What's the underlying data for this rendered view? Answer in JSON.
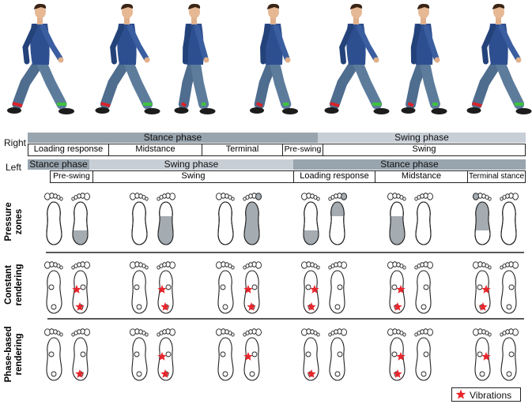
{
  "colors": {
    "stance_dark": "#98a4ae",
    "stance_light": "#c8ced6",
    "swing_light": "#c8ced6",
    "pressure": "#a4abb1",
    "star": "#e8262c",
    "shirt": "#2e4f8f",
    "jeans": "#4f6d8e",
    "marker_red": "#d8232a",
    "marker_green": "#3cc43c"
  },
  "sides": {
    "right": "Right",
    "left": "Left"
  },
  "right_phases": {
    "stance": "Stance phase",
    "swing": "Swing phase"
  },
  "right_subphases": [
    "Loading response",
    "Midstance",
    "Terminal",
    "Pre-swing",
    "Swing"
  ],
  "left_phases": {
    "stance_a": "Stance phase",
    "swing": "Swing phase",
    "stance_b": "Stance phase"
  },
  "left_subphases": [
    "Pre-swing",
    "Swing",
    "Loading response",
    "Midstance",
    "Terminal stance"
  ],
  "rows": {
    "pressure": "Pressure zones",
    "constant": "Constant rendering",
    "phase": "Phase-based rendering"
  },
  "legend": {
    "label": "Vibrations",
    "icon": "star-icon"
  },
  "frames": [
    {
      "name": "frame-1",
      "pressure": {
        "left": [],
        "right": [
          "heel"
        ]
      },
      "constant": {
        "left": [],
        "right": [
          "mid",
          "heel"
        ]
      },
      "phase": {
        "left": [],
        "right": [
          "heel"
        ]
      }
    },
    {
      "name": "frame-2",
      "pressure": {
        "left": [],
        "right": [
          "mid",
          "heel"
        ]
      },
      "constant": {
        "left": [],
        "right": [
          "mid",
          "heel"
        ]
      },
      "phase": {
        "left": [],
        "right": [
          "mid",
          "heel"
        ]
      }
    },
    {
      "name": "frame-3",
      "pressure": {
        "left": [],
        "right": [
          "fore",
          "mid",
          "heel"
        ]
      },
      "constant": {
        "left": [],
        "right": [
          "mid",
          "heel"
        ]
      },
      "phase": {
        "left": [],
        "right": [
          "mid"
        ]
      }
    },
    {
      "name": "frame-4",
      "pressure": {
        "left": [
          "heel"
        ],
        "right": [
          "fore"
        ]
      },
      "constant": {
        "left": [
          "mid",
          "heel"
        ],
        "right": []
      },
      "phase": {
        "left": [
          "heel"
        ],
        "right": []
      }
    },
    {
      "name": "frame-5",
      "pressure": {
        "left": [
          "mid",
          "heel"
        ],
        "right": []
      },
      "constant": {
        "left": [
          "mid",
          "heel"
        ],
        "right": []
      },
      "phase": {
        "left": [
          "mid",
          "heel"
        ],
        "right": []
      }
    },
    {
      "name": "frame-6",
      "pressure": {
        "left": [
          "fore",
          "mid"
        ],
        "right": []
      },
      "constant": {
        "left": [
          "mid",
          "heel"
        ],
        "right": []
      },
      "phase": {
        "left": [
          "mid"
        ],
        "right": []
      }
    }
  ]
}
